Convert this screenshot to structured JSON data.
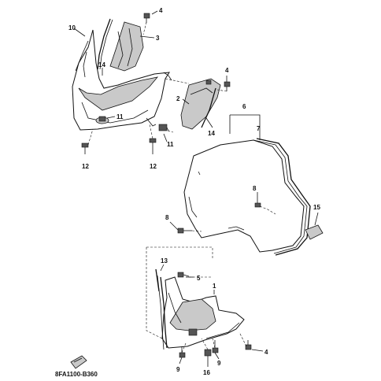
{
  "diagram_code": "8FA1100-B360",
  "callouts": [
    "1",
    "2",
    "3",
    "4",
    "4",
    "4",
    "5",
    "6",
    "7",
    "8",
    "8",
    "9",
    "9",
    "10",
    "11",
    "11",
    "12",
    "12",
    "13",
    "14",
    "14",
    "15",
    "16"
  ]
}
